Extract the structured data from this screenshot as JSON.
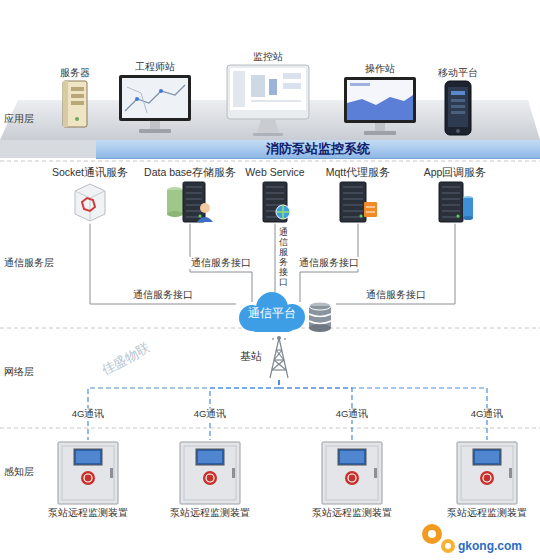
{
  "diagram": {
    "nodes": [
      {
        "text": [
          "服务器"
        ]
      },
      {
        "text": [
          "工程师站"
        ]
      },
      {
        "text": [
          "监控站"
        ]
      },
      {
        "text": [
          "操作站"
        ]
      },
      {
        "text": [
          "移动平台"
        ]
      },
      {
        "text": [
          "消防泵站监控系统"
        ]
      },
      {
        "text": [
          "Socket通讯服务"
        ]
      },
      {
        "text": [
          "Data base存储服务"
        ]
      },
      {
        "text": [
          "Web Service"
        ]
      },
      {
        "text": [
          "Mqtt代理服务"
        ]
      },
      {
        "text": [
          "App回调服务"
        ]
      },
      {
        "text": [
          "通信平台"
        ]
      },
      {
        "text": [
          "基站"
        ]
      },
      {
        "text": [
          "泵站远程监测装置"
        ]
      },
      {
        "text": [
          "泵站远程监测装置"
        ]
      },
      {
        "text": [
          "泵站远程监测装置"
        ]
      },
      {
        "text": [
          "泵站远程监测装置"
        ]
      }
    ],
    "edges": [
      {
        "from": 6,
        "to": 11,
        "label": "通信服务接口",
        "arrow": "none"
      },
      {
        "from": 7,
        "to": 11,
        "label": "通信服务接口",
        "arrow": "none"
      },
      {
        "from": 8,
        "to": 11,
        "label": "通信服务接口",
        "arrow": "none"
      },
      {
        "from": 9,
        "to": 11,
        "label": "通信服务接口",
        "arrow": "none"
      },
      {
        "from": 10,
        "to": 11,
        "label": "通信服务接口",
        "arrow": "none"
      },
      {
        "from": 12,
        "to": 13,
        "label": "4G通讯",
        "arrow": "none"
      },
      {
        "from": 12,
        "to": 14,
        "label": "4G通讯",
        "arrow": "none"
      },
      {
        "from": 12,
        "to": 15,
        "label": "4G通讯",
        "arrow": "none"
      },
      {
        "from": 12,
        "to": 16,
        "label": "4G通讯",
        "arrow": "none"
      }
    ],
    "labels": [
      "应用层",
      "通信服务层",
      "网络层",
      "感知层",
      "佳盛物联",
      "gkong.com"
    ]
  }
}
